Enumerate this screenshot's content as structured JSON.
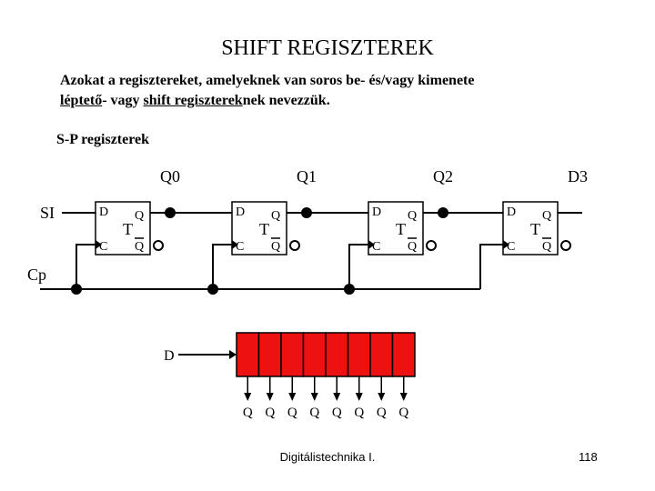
{
  "slide": {
    "title": "SHIFT REGISZTEREK",
    "intro_line1": "Azokat a regisztereket, amelyeknek van soros be- és/vagy kimenete",
    "intro_line2_part1": "léptető",
    "intro_line2_part2": "- vagy ",
    "intro_line2_part3": "shift regiszterek",
    "intro_line2_part4": "nek nevezzük.",
    "subtitle": "S-P regiszterek",
    "footer": "Digitálistechnika I.",
    "page_number": "118"
  },
  "circuit": {
    "input_label": "SI",
    "clock_label": "Cp",
    "outputs": [
      "Q0",
      "Q1",
      "Q2",
      "D3"
    ],
    "flipflop": {
      "type_label": "T",
      "d_pin": "D",
      "c_pin": "C",
      "q_pin": "Q",
      "qbar_pin": "Q"
    }
  },
  "register_block": {
    "input_label": "D",
    "cell_count": 8,
    "fill_color": "#ee1111",
    "output_labels": [
      "Q",
      "Q",
      "Q",
      "Q",
      "Q",
      "Q",
      "Q",
      "Q"
    ]
  }
}
